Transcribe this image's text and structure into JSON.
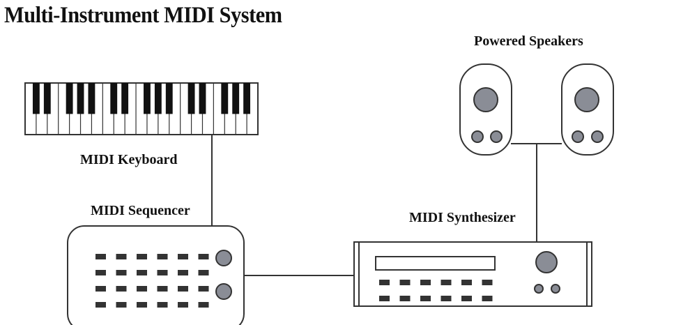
{
  "title": "Multi-Instrument MIDI System",
  "labels": {
    "keyboard": "MIDI Keyboard",
    "sequencer": "MIDI Sequencer",
    "synthesizer": "MIDI Synthesizer",
    "speakers": "Powered Speakers"
  },
  "colors": {
    "knob": "#8a8d96",
    "outline": "#333333",
    "background": "#ffffff"
  }
}
